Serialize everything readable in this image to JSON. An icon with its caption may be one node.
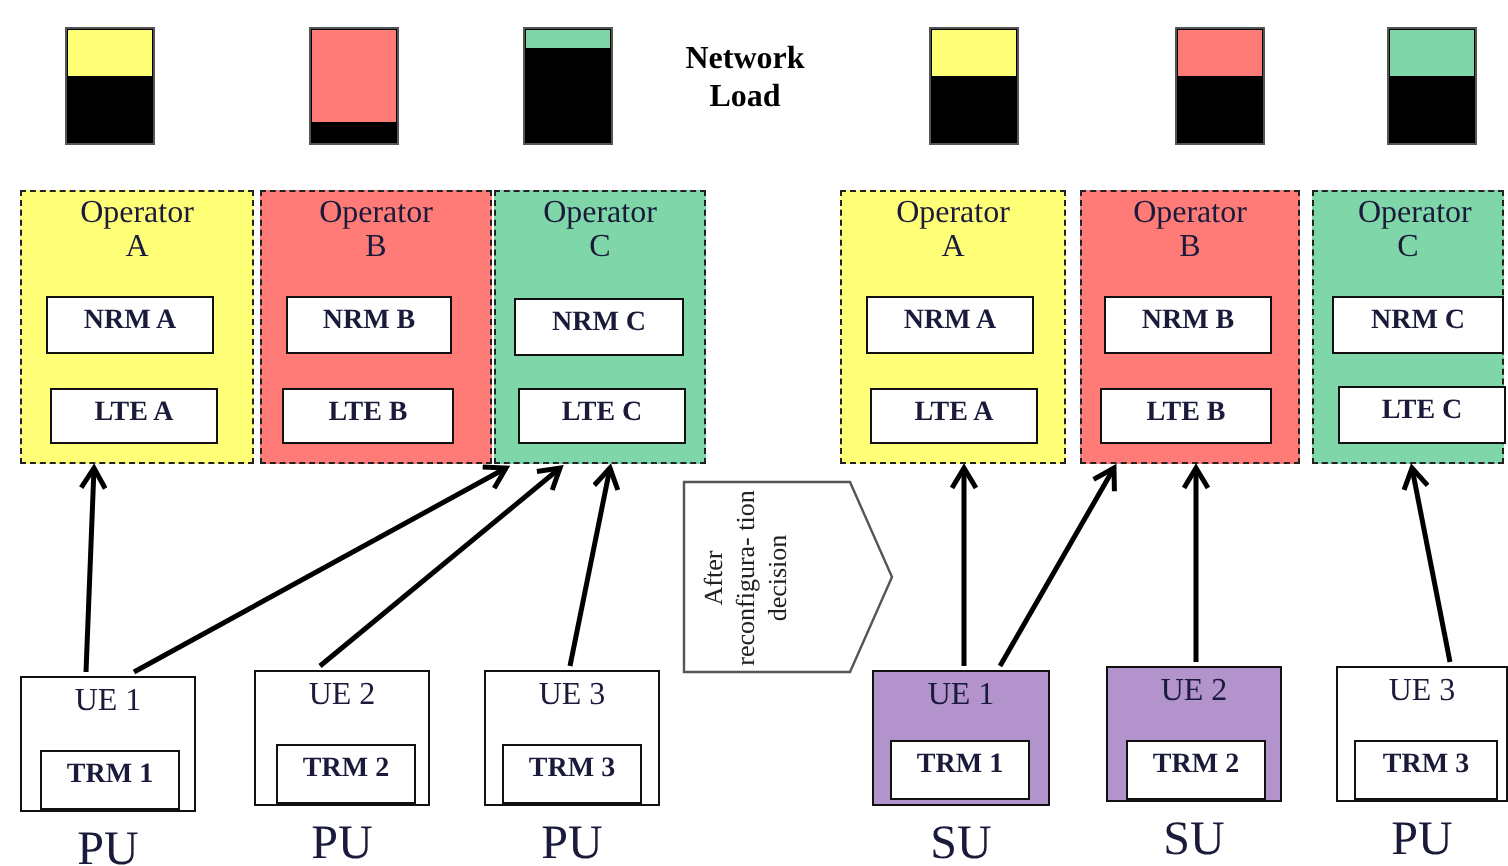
{
  "diagram": {
    "nodes": [
      {
        "text": [
          "Operator A"
        ]
      },
      {
        "text": [
          "NRM A"
        ],
        "in": 0
      },
      {
        "text": [
          "LTE A"
        ],
        "in": 0
      },
      {
        "text": [
          "Operator B"
        ]
      },
      {
        "text": [
          "NRM B"
        ],
        "in": 3
      },
      {
        "text": [
          "LTE B"
        ],
        "in": 3
      },
      {
        "text": [
          "Operator C"
        ]
      },
      {
        "text": [
          "NRM C"
        ],
        "in": 6
      },
      {
        "text": [
          "LTE C"
        ],
        "in": 6
      },
      {
        "text": [
          "Operator A"
        ]
      },
      {
        "text": [
          "NRM A"
        ],
        "in": 9
      },
      {
        "text": [
          "LTE A"
        ],
        "in": 9
      },
      {
        "text": [
          "Operator B"
        ]
      },
      {
        "text": [
          "NRM B"
        ],
        "in": 12
      },
      {
        "text": [
          "LTE B"
        ],
        "in": 12
      },
      {
        "text": [
          "Operator C"
        ]
      },
      {
        "text": [
          "NRM C"
        ],
        "in": 15
      },
      {
        "text": [
          "LTE C"
        ],
        "in": 15
      },
      {
        "text": [
          "UE 1"
        ],
        "beside": [
          "PU"
        ]
      },
      {
        "text": [
          "TRM 1"
        ],
        "in": 18
      },
      {
        "text": [
          "UE 2"
        ],
        "beside": [
          "PU"
        ]
      },
      {
        "text": [
          "TRM 2"
        ],
        "in": 20
      },
      {
        "text": [
          "UE 3"
        ],
        "beside": [
          "PU"
        ]
      },
      {
        "text": [
          "TRM 3"
        ],
        "in": 22
      },
      {
        "text": [
          "After reconfigura- tion decision"
        ]
      },
      {
        "text": [
          "UE 1"
        ],
        "beside": [
          "SU"
        ]
      },
      {
        "text": [
          "TRM 1"
        ],
        "in": 25
      },
      {
        "text": [
          "UE 2"
        ],
        "beside": [
          "SU"
        ]
      },
      {
        "text": [
          "TRM 2"
        ],
        "in": 27
      },
      {
        "text": [
          "UE 3"
        ],
        "beside": [
          "PU"
        ]
      },
      {
        "text": [
          "TRM 3"
        ],
        "in": 29
      }
    ],
    "edges": [
      {
        "from": 18,
        "to": 0,
        "arrow": "to"
      },
      {
        "from": 18,
        "to": 6,
        "arrow": "to"
      },
      {
        "from": 20,
        "to": 6,
        "arrow": "to"
      },
      {
        "from": 22,
        "to": 6,
        "arrow": "to"
      },
      {
        "from": 25,
        "to": 9,
        "arrow": "to"
      },
      {
        "from": 25,
        "to": 12,
        "arrow": "to"
      },
      {
        "from": 27,
        "to": 12,
        "arrow": "to"
      },
      {
        "from": 29,
        "to": 15,
        "arrow": "to"
      }
    ],
    "labels": [
      "Network Load"
    ]
  }
}
